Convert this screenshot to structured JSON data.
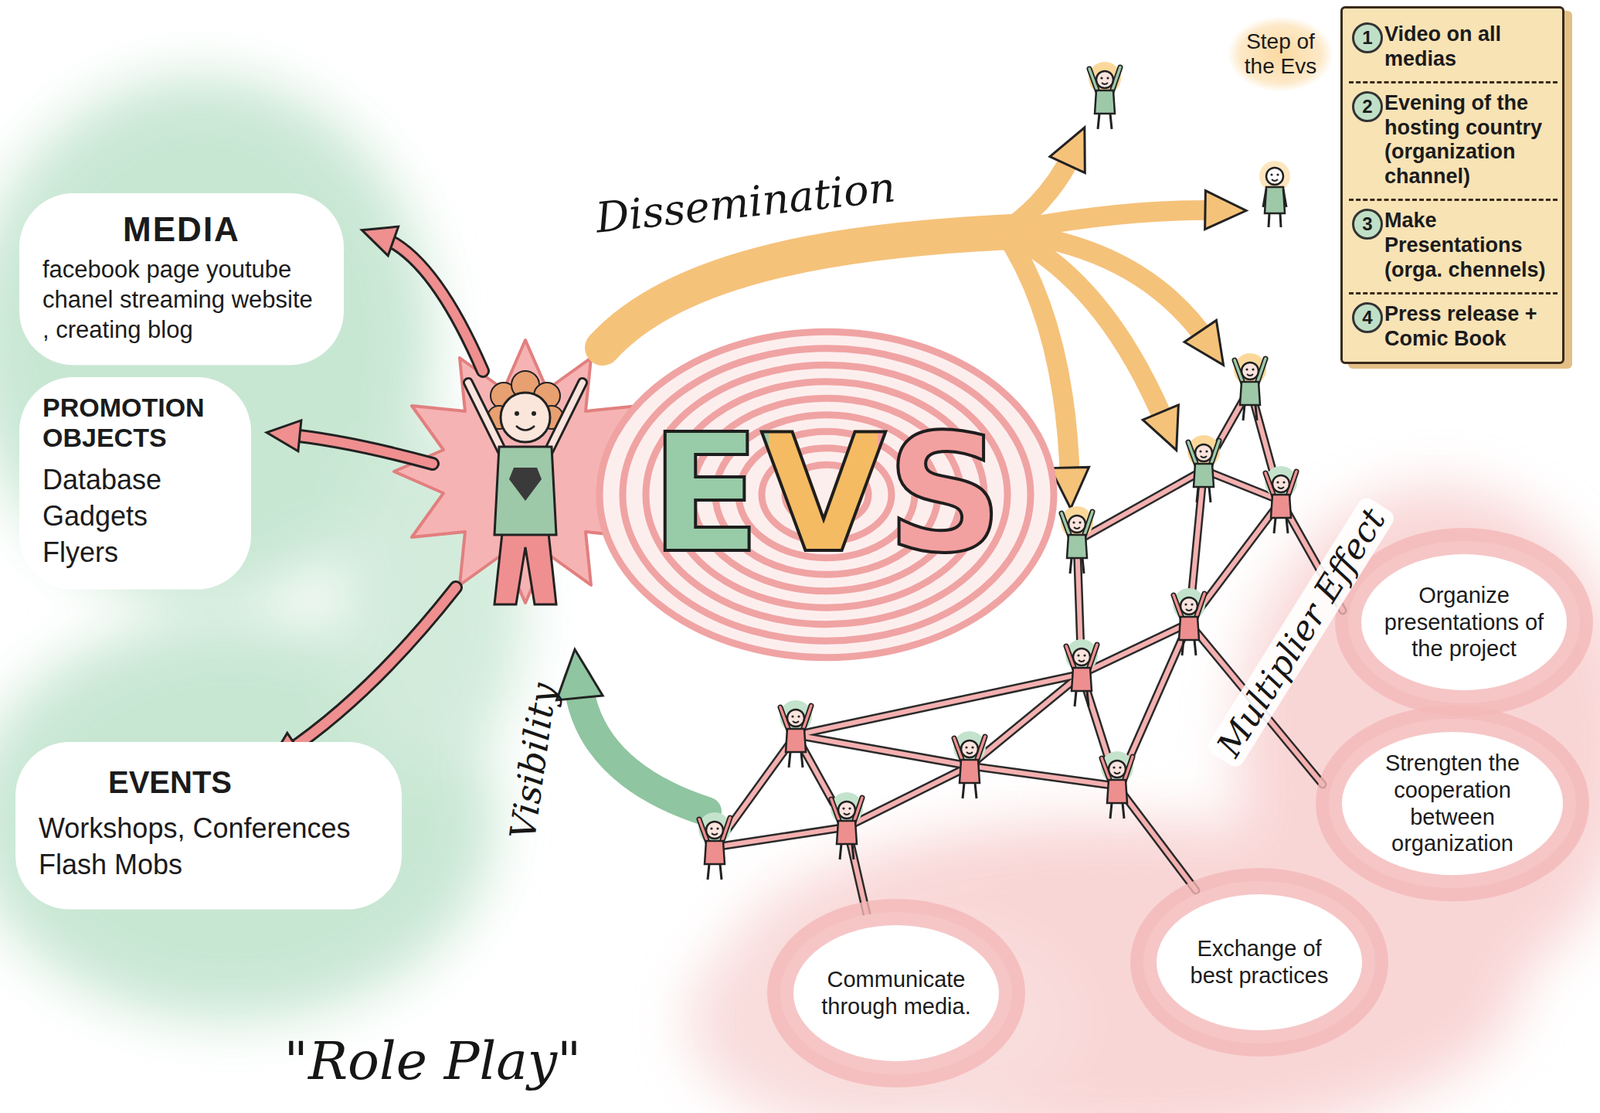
{
  "diagram": {
    "nodes": [
      {
        "text": [
          "MEDIA",
          "facebook page youtube chanel streaming website , creating blog"
        ]
      },
      {
        "text": [
          "PROMOTION OBJECTS",
          "Database Gadgets Flyers"
        ]
      },
      {
        "text": [
          "EVENTS",
          "Workshops, Conferences Flash Mobs"
        ]
      },
      {
        "text": [
          "EVS"
        ]
      },
      {
        "text": [
          "Step of the Evs"
        ]
      },
      {
        "text": [
          "1",
          "Video on all medias"
        ],
        "in": 4
      },
      {
        "text": [
          "2",
          "Evening of the hosting country (organization channel)"
        ],
        "in": 4
      },
      {
        "text": [
          "3",
          "Make Presentations (orga. chennels)"
        ],
        "in": 4
      },
      {
        "text": [
          "4",
          "Press release + Comic Book"
        ],
        "in": 4
      },
      {
        "text": [
          "Organize presentations of the project"
        ]
      },
      {
        "text": [
          "Strengten the cooperation between organization"
        ]
      },
      {
        "text": [
          "Communicate through media."
        ]
      },
      {
        "text": [
          "Exchange of best practices"
        ]
      }
    ],
    "labels": [
      "Dissemination",
      "Multiplier Effect",
      "Visibility",
      "\"Role Play\""
    ]
  }
}
